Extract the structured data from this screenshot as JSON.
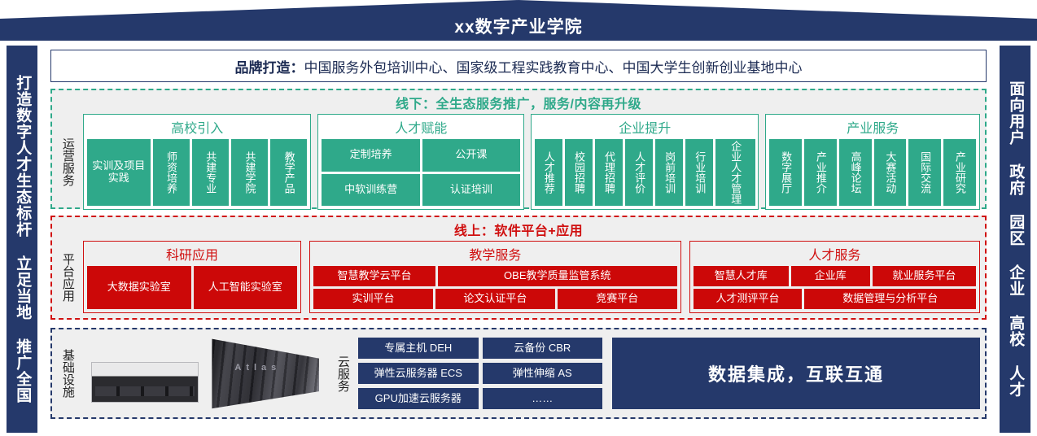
{
  "header": {
    "title": "xx数字产业学院",
    "navy": "#25396b"
  },
  "left_rail": {
    "text": "打造数字人才生态标杆 立足当地 推广全国"
  },
  "right_rail": {
    "text": "面向用户 政府 园区 企业 高校 人才"
  },
  "brand": {
    "label": "品牌打造：",
    "content": "中国服务外包培训中心、国家级工程实践教育中心、中国大学生创新创业基地中心"
  },
  "offline": {
    "title": "线下：全生态服务推广，服务/内容再升级",
    "side_label": "运营服务",
    "accent": "#2fa98a",
    "panels": [
      {
        "title": "高校引入",
        "layout": "vertical-chips",
        "items": [
          "实训及项目实践",
          "师资培养",
          "共建专业",
          "共建学院",
          "教学产品"
        ]
      },
      {
        "title": "人才赋能",
        "layout": "grid-2x2",
        "items": [
          "定制培养",
          "公开课",
          "中软训练营",
          "认证培训"
        ]
      },
      {
        "title": "企业提升",
        "layout": "vertical-chips",
        "items": [
          "人才推荐",
          "校园招聘",
          "代理招聘",
          "人才评价",
          "岗前培训",
          "行业培训",
          "企业人才管理"
        ]
      },
      {
        "title": "产业服务",
        "layout": "vertical-chips",
        "items": [
          "数字展厅",
          "产业推介",
          "高峰论坛",
          "大赛活动",
          "国际交流",
          "产业研究"
        ]
      }
    ]
  },
  "online": {
    "title": "线上：软件平台+应用",
    "side_label": "平台应用",
    "accent": "#d01010",
    "panels": [
      {
        "title": "科研应用",
        "rows": [
          [
            "大数据实验室",
            "人工智能实验室"
          ]
        ]
      },
      {
        "title": "教学服务",
        "rows": [
          [
            "智慧教学云平台",
            "OBE教学质量监管系统"
          ],
          [
            "实训平台",
            "论文认证平台",
            "竞赛平台"
          ]
        ]
      },
      {
        "title": "人才服务",
        "rows": [
          [
            "智慧人才库",
            "企业库",
            "就业服务平台"
          ],
          [
            "人才测评平台",
            "数据管理与分析平台"
          ]
        ]
      }
    ]
  },
  "infrastructure": {
    "side_label": "基础设施",
    "accent": "#25396b",
    "server_label": "Atlas",
    "cloud_label": "云服务",
    "cloud_services": [
      "专属主机 DEH",
      "云备份 CBR",
      "弹性云服务器 ECS",
      "弹性伸缩 AS",
      "GPU加速云服务器",
      "……"
    ],
    "integration_text": "数据集成，互联互通"
  }
}
